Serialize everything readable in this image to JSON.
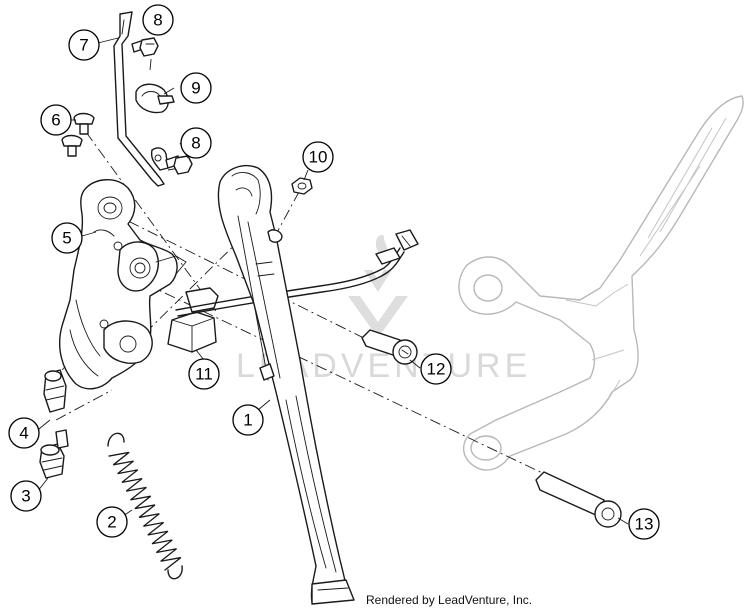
{
  "callouts": [
    {
      "label": "1"
    },
    {
      "label": "2"
    },
    {
      "label": "3"
    },
    {
      "label": "4"
    },
    {
      "label": "5"
    },
    {
      "label": "6"
    },
    {
      "label": "7"
    },
    {
      "label": "8"
    },
    {
      "label": "8"
    },
    {
      "label": "9"
    },
    {
      "label": "10"
    },
    {
      "label": "11"
    },
    {
      "label": "12"
    },
    {
      "label": "13"
    }
  ],
  "watermark": {
    "text": "LEADVENTURE"
  },
  "footer": {
    "credit": "Rendered by LeadVenture, Inc."
  }
}
